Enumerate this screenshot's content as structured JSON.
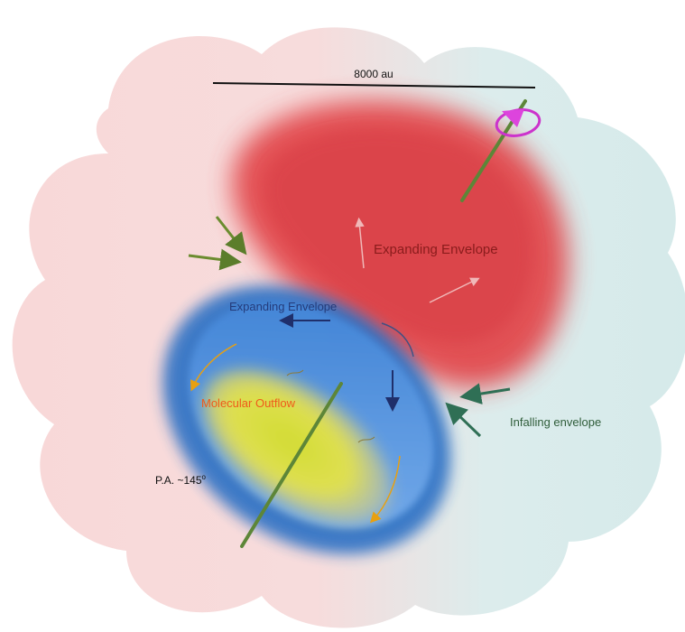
{
  "diagram": {
    "scale_bar_label": "8000 au",
    "red_lobe_label": "Expanding Envelope",
    "blue_lobe_label": "Expanding Envelope",
    "outflow_label": "Molecular Outflow",
    "infall_label": "Infalling envelope",
    "position_angle_label": "P.A. ~145",
    "position_angle_degree": "o"
  },
  "colors": {
    "cloud_pink": "#f7d6d6",
    "cloud_teal": "#d6ecec",
    "red_lobe": "#e0474a",
    "blue_lobe": "#3f84d8",
    "blue_rim": "#2a6fbf",
    "yellow_outflow": "#d7dc2a",
    "axis_green": "#5e8a3a",
    "rotation_magenta": "#cc33cc",
    "label_red": "#8a1c1c",
    "label_navy": "#243b7a",
    "label_orange": "#f05a1a",
    "label_green": "#2f5d3a",
    "label_black": "#111111"
  }
}
